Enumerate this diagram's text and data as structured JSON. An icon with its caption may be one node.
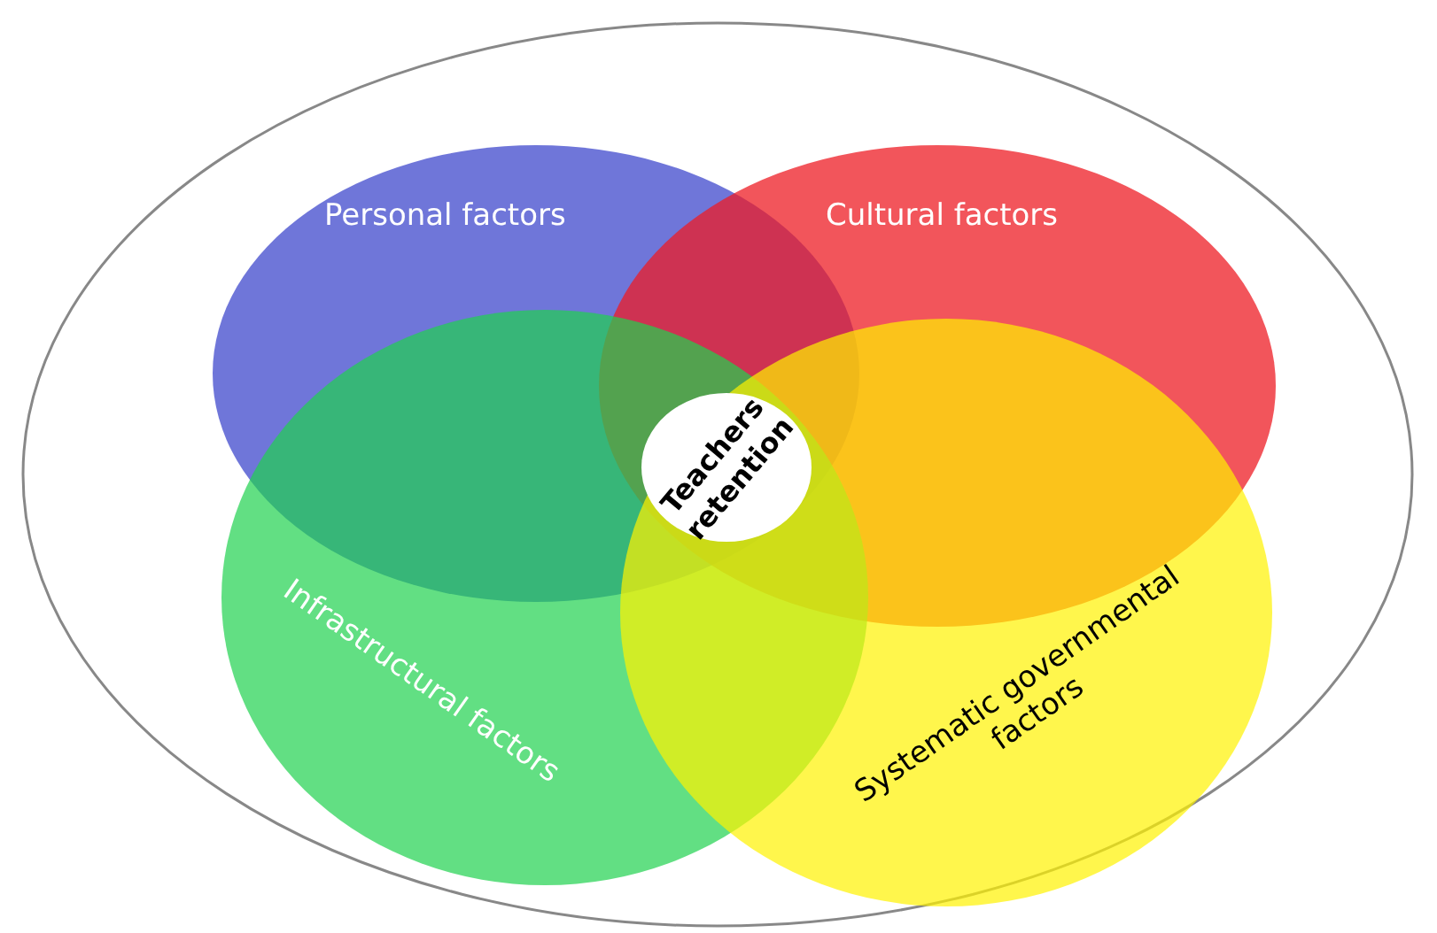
{
  "diagram": {
    "nodes": [
      {
        "text": [
          "Personal factors"
        ]
      },
      {
        "text": [
          "Cultural factors"
        ]
      },
      {
        "text": [
          "Infrastructural factors"
        ]
      },
      {
        "text": [
          "Systematic governmental factors"
        ]
      },
      {
        "text": [
          "Teachers retention"
        ]
      }
    ],
    "edges": []
  }
}
